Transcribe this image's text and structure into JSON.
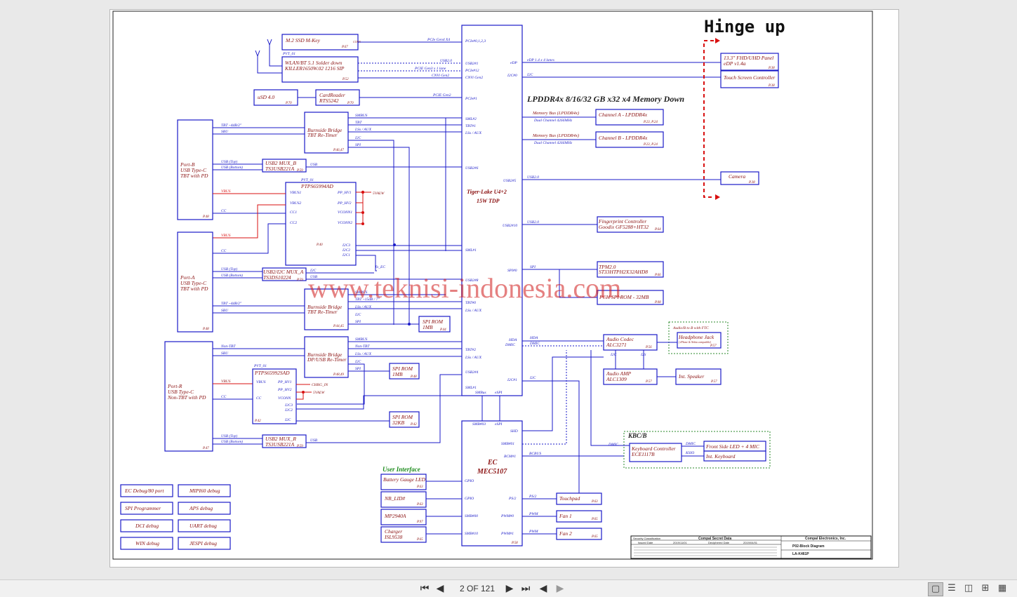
{
  "viewer": {
    "title_banner": "Hinge up",
    "watermark": "www.teknisi-indonesia.com",
    "page_indicator": "2 OF 121"
  },
  "toolbar": {
    "first_page_icon": "skip-back-icon",
    "prev_page_icon": "triangle-left-icon",
    "next_page_icon": "triangle-right-icon",
    "last_page_icon": "skip-forward-icon",
    "back_icon": "circle-back-icon",
    "forward_icon": "circle-forward-icon"
  },
  "schematic": {
    "cpu": {
      "name": "Tiger-Lake  U4+2",
      "tdp": "15W TDP"
    },
    "cpu_pins": {
      "pcie_top": "PCIe#0,1,2,3",
      "usb2_1": "USB2#1",
      "pcie12": "PCIe#12",
      "cnvi": "CNVi Gen2",
      "pcie1": "PCIe#1",
      "sml2": "SML#2",
      "tbt1": "TBT#1",
      "lsx_aux": "LSx / AUX",
      "usb2_6": "USB2#6",
      "sml1": "SML#1",
      "usb2_8": "USB2#8",
      "tbt0": "TBT#0",
      "lsx_aux2": "LSx / AUX",
      "tbt2": "TBT#2",
      "lsx_aux3": "LSx / AUX",
      "usb2_4": "USB2#4",
      "sml1b": "SML#1",
      "smbus": "SMBus",
      "espi": "eSPI",
      "edp": "eDP",
      "i2c0": "I2C#0",
      "usb2_5": "USB2#5",
      "usb2_10": "USB2#10",
      "spi0": "SPI#0",
      "hda": "HDA",
      "dmic": "DMIC",
      "i2c1": "I2C#1"
    },
    "memory": {
      "title": "LPDDR4x 8/16/32 GB x32 x4 Memory Down",
      "bus_a": "Memory Bus (LPDDR4x)",
      "bus_a_sub": "Dual Channel 4266MHz",
      "bus_b": "Memory Bus (LPDDR4x)",
      "bus_b_sub": "Dual Channel 4266MHz",
      "chan_a": "Channel A - LPDDR4x",
      "chan_a_pg": "P.23,  P.24",
      "chan_b": "Channel B - LPDDR4x",
      "chan_b_pg": "P.23,  P.24"
    },
    "left_top": {
      "ssd": "M.2 SSD M-Key",
      "ssd_pg": "P.67",
      "ssd_conn": "CONN",
      "wlan_pvt": "PVT_01",
      "wlan1": "WLAN/BT 5.1 Solder down",
      "wlan2": "KILLER1650W.02  1216  SIP",
      "wlan_pg": "P.52",
      "sig_pcie_gen4": "PCIe Gen4 X4",
      "sig_usb2_0": "USB2.0",
      "sig_pcie_gen3": "PCIE Gen3 x 1 lane",
      "sig_cnvi": "CNVi Gen2",
      "usd": "uSD 4.0",
      "usd_pg": "P.70",
      "cr1": "CardReader",
      "cr2": "RTS5242",
      "cr_pg": "P.70",
      "sig_pcie_gen2": "PCIE Gen2"
    },
    "port_b": {
      "l1": "Port-B",
      "l2": "USB Type-C",
      "l3": "TBT with PD",
      "pg": "P.48",
      "tbt": "TBT  ~4dB/2\"",
      "sbu": "SBU",
      "usb_top": "USB (Top)",
      "usb_bot": "USB (Bottom)",
      "vbus": "VBUS",
      "cc": "CC"
    },
    "bb1": {
      "l1": "Burnside Bridge",
      "l2": "TBT Re-Timer",
      "pg": "P.46,47",
      "smbus": "SMBUS",
      "tbt": "TBT",
      "lsx": "LSx / AUX",
      "i2c": "I2C",
      "spi": "SPI"
    },
    "mux_b": {
      "l1": "USB2 MUX_B",
      "l2": "TS3USB221A",
      "pg": "P.59",
      "usb": "USB"
    },
    "pd1": {
      "pvt": "PVT_01",
      "name": "PTPS65994AD",
      "pg": "P.40",
      "vbus1": "VBUS1",
      "vbus2": "VBUS2",
      "cc1": "CC1",
      "cc2": "CC2",
      "pp1": "PP_HV1",
      "pp2": "PP_HV2",
      "vc1": "VCONN1",
      "vc2": "VCONN2",
      "i2c3": "I2C3",
      "i2c2": "I2C2",
      "i2c1": "I2C1",
      "valw": "5VALW",
      "to_ec": "To_EC"
    },
    "port_a": {
      "l1": "Port-A",
      "l2": "USB Type-C",
      "l3": "TBT with PD",
      "pg": "P.48",
      "vbus": "VBUS",
      "cc": "CC",
      "usb_top": "USB (Top)",
      "usb_bot": "USB (Bottom)",
      "tbt": "TBT  ~4dB/2\"",
      "sbu": "SBU"
    },
    "mux_a": {
      "l1": "USB2/I2C MUX_A",
      "l2": "TS3DS10224",
      "pg": "P.59",
      "i2c": "I2C",
      "usb": "USB"
    },
    "bb2": {
      "l1": "Burnside Bridge",
      "l2": "TBT Re-Timer",
      "pg": "P.44,45",
      "smbus": "SMBUS",
      "tbt": "TBT  ~15dB / 7\"",
      "lsx": "LSx / AUX",
      "i2c": "I2C",
      "spi": "SPI"
    },
    "spi1": {
      "l1": "SPI ROM",
      "l2": "1MB",
      "pg": "P.44"
    },
    "port_r": {
      "l1": "Port-R",
      "l2": "USB Type-C",
      "l3": "Non-TBT with PD",
      "pg": "P.47",
      "ntbt": "Non-TBT",
      "sbu": "SBU",
      "vbus": "VBUS",
      "cc": "CC",
      "usb_top": "USB (Top)",
      "usb_bot": "USB (Bottom)"
    },
    "bb3": {
      "l1": "Burnside Bridge",
      "l2": "DP/USB Re-Timer",
      "pg": "P.48,49",
      "smbus": "SMBUS",
      "ntbt": "Non-TBT",
      "lsx": "LSx / AUX",
      "i2c": "I2C",
      "spi": "SPI"
    },
    "spi2": {
      "l1": "SPI ROM",
      "l2": "1MB",
      "pg": "P.48"
    },
    "pd2": {
      "pvt": "PVT_01",
      "name": "PTPS65992SAD",
      "pg": "P.42",
      "vbus": "VBUS",
      "cc": "CC",
      "pp1": "PP_HV1",
      "pp2": "PP_HV2",
      "vconn": "VCONN",
      "i2c3": "I2C3",
      "i2c2": "I2C2",
      "i2c": "I2C",
      "chrg": "CHRG_IN",
      "valw": "5VALW"
    },
    "spi3": {
      "l1": "SPI ROM",
      "l2": "32KB",
      "pg": "P.42"
    },
    "mux_r": {
      "l1": "USB2 MUX_R",
      "l2": "TS3USB221A",
      "pg": "P.59",
      "usb": "USB"
    },
    "right": {
      "edp_sig": "eDP 1.4 x 4 lanes",
      "i2c_sig": "I2C",
      "panel1": "13.3\" FHD/UHD Panel",
      "panel2": "eDP v1.4a",
      "panel_pg": "P.38",
      "touch": "Touch Screen Controller",
      "touch_pg": "P.38",
      "usb20a": "USB2.0",
      "camera": "Camera",
      "camera_pg": "P.38",
      "usb20b": "USB2.0",
      "fp1": "Fingerprint Controller",
      "fp2": "Goodix GF5288+HT32",
      "fp_pg": "P.64",
      "spi_sig": "SPI",
      "tpm1": "TPM2.0",
      "tpm2": "ST33HTPH2X32AHD8",
      "tpm_pg": "P.66",
      "rom": "PCH SPI ROM - 32MB",
      "rom_pg": "P.08"
    },
    "audio": {
      "hda": "HDA",
      "dmic": "DMIC",
      "i2c": "I2C",
      "i2s": "I2S",
      "codec1": "Audio Codec",
      "codec2": "ALC3271",
      "codec_pg": "P.56",
      "ftc": "Audio/B to B with FTC",
      "hp1": "Headphone Jack",
      "hp2": "( iPhone & Nokia compatible)",
      "hp_pg": "P.57",
      "amp1": "Audio AMP",
      "amp2": "ALC1309",
      "amp_pg": "P.57",
      "spk": "Int. Speaker",
      "spk_pg": "P.57"
    },
    "ec": {
      "l1": "EC",
      "l2": "MEC5107",
      "pg": "P.58",
      "smb03": "SMB#03",
      "espi": "eSPI",
      "shd": "SHD",
      "smb01": "SMB#01",
      "bcm1": "BCM#1",
      "gpio1": "GPIO",
      "gpio2": "GPIO",
      "smb00": "SMB#00",
      "smb10": "SMB#10",
      "ps2": "PS/2",
      "pwm0": "PWM#0",
      "pwm1": "PWM#1",
      "i2c": "I2C",
      "bcbus": "BCBUS"
    },
    "kbc": {
      "title": "KBC/B",
      "dmic": "DMIC",
      "dmic2": "DMIC",
      "ksio": "KSIO",
      "k1": "Keyboard Controller",
      "k2": "ECE1117B",
      "led": "Front Side LED + 4 MIC",
      "kb": "Int. Keyboard"
    },
    "ui": {
      "title": "User  Interface",
      "batt": "Battery Gauge LED",
      "batt_pg": "P.63",
      "nblid": "NB_LID#",
      "nblid_pg": "P.63",
      "mp": "MP2940A",
      "mp_pg": "P.97",
      "chg1": "Charger",
      "chg2": "ISL9538",
      "chg_pg": "P.65"
    },
    "periph": {
      "ps2": "PS/2",
      "touchpad": "Touchpad",
      "tp_pg": "P.63",
      "pwm1": "PWM",
      "fan1": "Fan 1",
      "fan1_pg": "P.65",
      "pwm2": "PWM",
      "fan2": "Fan 2",
      "fan2_pg": "P.65"
    },
    "debug": [
      "EC Debug/80 port",
      "MIPI60 debug",
      "SPI Programmer",
      "APS debug",
      "DCI debug",
      "UART debug",
      "WIN debug",
      "JESPI debug"
    ],
    "titleblock": {
      "security": "Security Classification",
      "secret": "Compal Secret Data",
      "issued": "Issued Date",
      "issued_val": "2019/11/01",
      "deciphered": "Deciphered Date",
      "deciphered_val": "2019/04/01",
      "company": "Compal Electronics, Inc.",
      "sheet_title": "P02-Block Diagram",
      "model": "LA-K461P"
    }
  },
  "colors": {
    "wire": "#1a1ac8",
    "label": "#8a1010",
    "power": "#d81010",
    "ui_green": "#1a8a1a"
  }
}
